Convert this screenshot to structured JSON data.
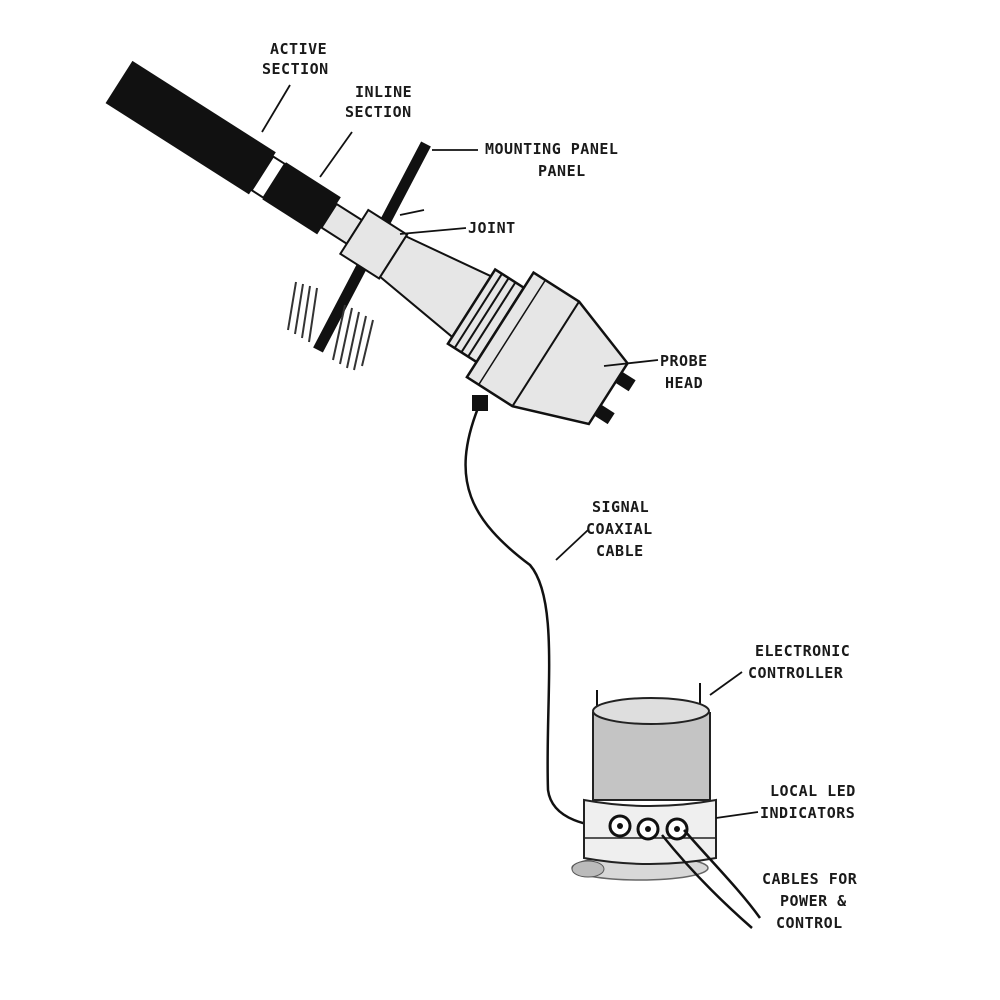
{
  "labels": {
    "active_section": [
      "ACTIVE",
      "SECTION"
    ],
    "inline_section": [
      "INLINE",
      "SECTION"
    ],
    "mounting_panel": [
      "MOUNTING PANEL",
      "PANEL"
    ],
    "joint": [
      "JOINT"
    ],
    "probe_head": [
      "PROBE",
      "HEAD"
    ],
    "signal_cable": [
      "SIGNAL",
      "COAXIAL",
      "CABLE"
    ],
    "controller": [
      "ELECTRONIC",
      "CONTROLLER"
    ],
    "led_indicators": [
      "LOCAL LED",
      "INDICATORS"
    ],
    "power_cable": [
      "CABLES FOR",
      "POWER &",
      "CONTROL"
    ]
  },
  "colors": {
    "ink": "#111111",
    "probe_body": "#e6e6e6",
    "controller_body": "#c4c4c4",
    "controller_top": "#dedede",
    "band": "#efefef"
  }
}
